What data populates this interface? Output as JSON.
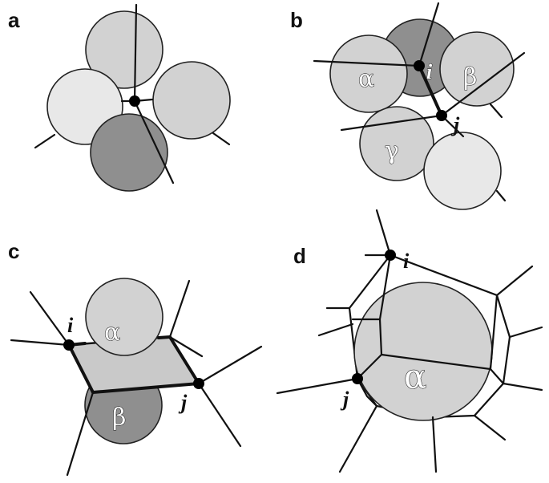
{
  "panels": {
    "a": {
      "label": "a"
    },
    "b": {
      "label": "b",
      "sphere_labels": [
        "α",
        "β",
        "γ"
      ],
      "vertex_labels": [
        "i",
        "j"
      ]
    },
    "c": {
      "label": "c",
      "sphere_labels": [
        "α",
        "β"
      ],
      "vertex_labels": [
        "i",
        "j"
      ]
    },
    "d": {
      "label": "d",
      "sphere_labels": [
        "α"
      ],
      "vertex_labels": [
        "i",
        "j"
      ]
    }
  },
  "colors": {
    "light": "#e8e8e8",
    "medium": "#d2d2d2",
    "dark": "#8f8f8f",
    "face": "#c9c9c9",
    "edge": "#111111"
  }
}
